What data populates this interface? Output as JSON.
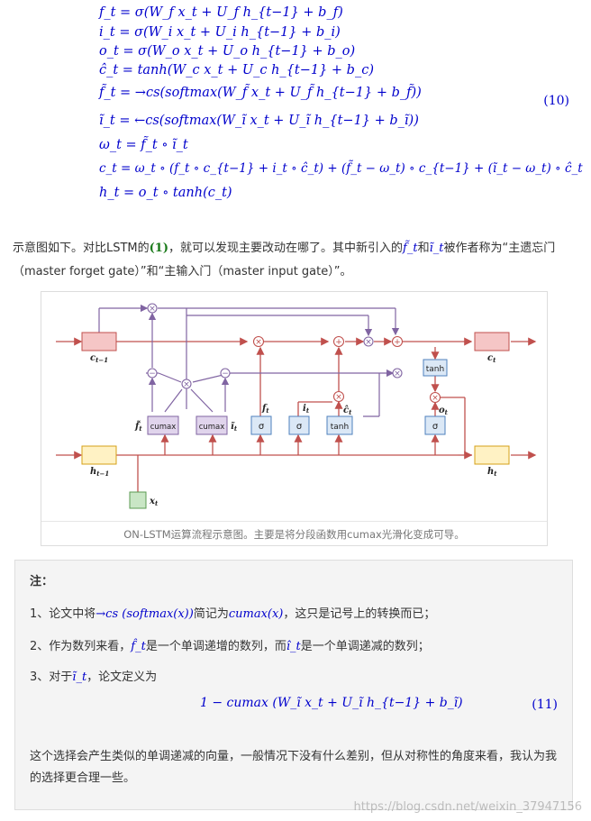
{
  "equations": {
    "lines": [
      "f_t = σ(W_f x_t + U_f h_{t−1} + b_f)",
      "i_t = σ(W_i x_t + U_i h_{t−1} + b_i)",
      "o_t = σ(W_o x_t + U_o h_{t−1} + b_o)",
      "ĉ_t = tanh(W_c x_t + U_c h_{t−1} + b_c)",
      "f̃_t = →cs(softmax(W_f̃ x_t + U_f̃ h_{t−1} + b_f̃))",
      "ĩ_t = ←cs(softmax(W_ĩ x_t + U_ĩ h_{t−1} + b_ĩ))",
      "ω_t = f̃_t ∘ ĩ_t",
      "c_t = ω_t ∘ (f_t ∘ c_{t−1} + i_t ∘ ĉ_t) + (f̃_t − ω_t) ∘ c_{t−1} + (ĩ_t − ω_t) ∘ ĉ_t",
      "h_t = o_t ∘ tanh(c_t)"
    ],
    "number": "(10)"
  },
  "paragraph": {
    "part1": "示意图如下。对比LSTM的",
    "ref": "(1)",
    "part2": "，就可以发现主要改动在哪了。其中新引入的",
    "sym1": "f̃_t",
    "part3": "和",
    "sym2": "ĩ_t",
    "part4": "被作者称为“主遗忘门（master forget gate）”和“主输入门（master input gate）”。"
  },
  "figure": {
    "caption": "ON-LSTM运算流程示意图。主要是将分段函数用cumax光滑化变成可导。",
    "labels": {
      "c_prev": "c",
      "c_prev_sub": "t−1",
      "c_t": "c",
      "c_t_sub": "t",
      "h_prev": "h",
      "h_prev_sub": "t−1",
      "h_t": "h",
      "h_t_sub": "t",
      "x_t": "x",
      "x_t_sub": "t",
      "tanh_top": "tanh",
      "tanh_gate": "tanh",
      "sigma": "σ",
      "cumax1": "cumax",
      "cumax2": "cumax",
      "f_t": "f",
      "i_t": "i",
      "c_hat": "ĉ",
      "o_t": "o",
      "ft_tilde": "f̃",
      "it_tilde": "ĩ",
      "t_sub": "t"
    }
  },
  "note": {
    "title": "注：",
    "item1_a": "1、论文中将",
    "item1_math": "→cs (softmax(x))",
    "item1_b": "简记为",
    "item1_math2": "cumax(x)",
    "item1_c": "，这只是记号上的转换而已；",
    "item2_a": "2、作为数列来看，",
    "item2_sym1": "f̂_t",
    "item2_b": "是一个单调递增的数列，而",
    "item2_sym2": "î_t",
    "item2_c": "是一个单调递减的数列；",
    "item3_a": "3、对于",
    "item3_sym": "ĩ_t",
    "item3_b": "，论文定义为",
    "equation": "1 − cumax (W_ĩ x_t + U_ĩ h_{t−1} + b_ĩ)",
    "equation_number": "(11)",
    "tail": "这个选择会产生类似的单调递减的向量，一般情况下没有什么差别，但从对称性的角度来看，我认为我的选择更合理一些。"
  },
  "watermark": "https://blog.csdn.net/weixin_37947156",
  "colors": {
    "math_blue": "#0000cc",
    "line_red": "#c0504d",
    "line_purple": "#8064a2",
    "gate_blue": "#dbe8f6",
    "cell_red": "#f5c6c6",
    "hidden_yellow": "#fff2c4",
    "input_green": "#c9e6c5"
  }
}
